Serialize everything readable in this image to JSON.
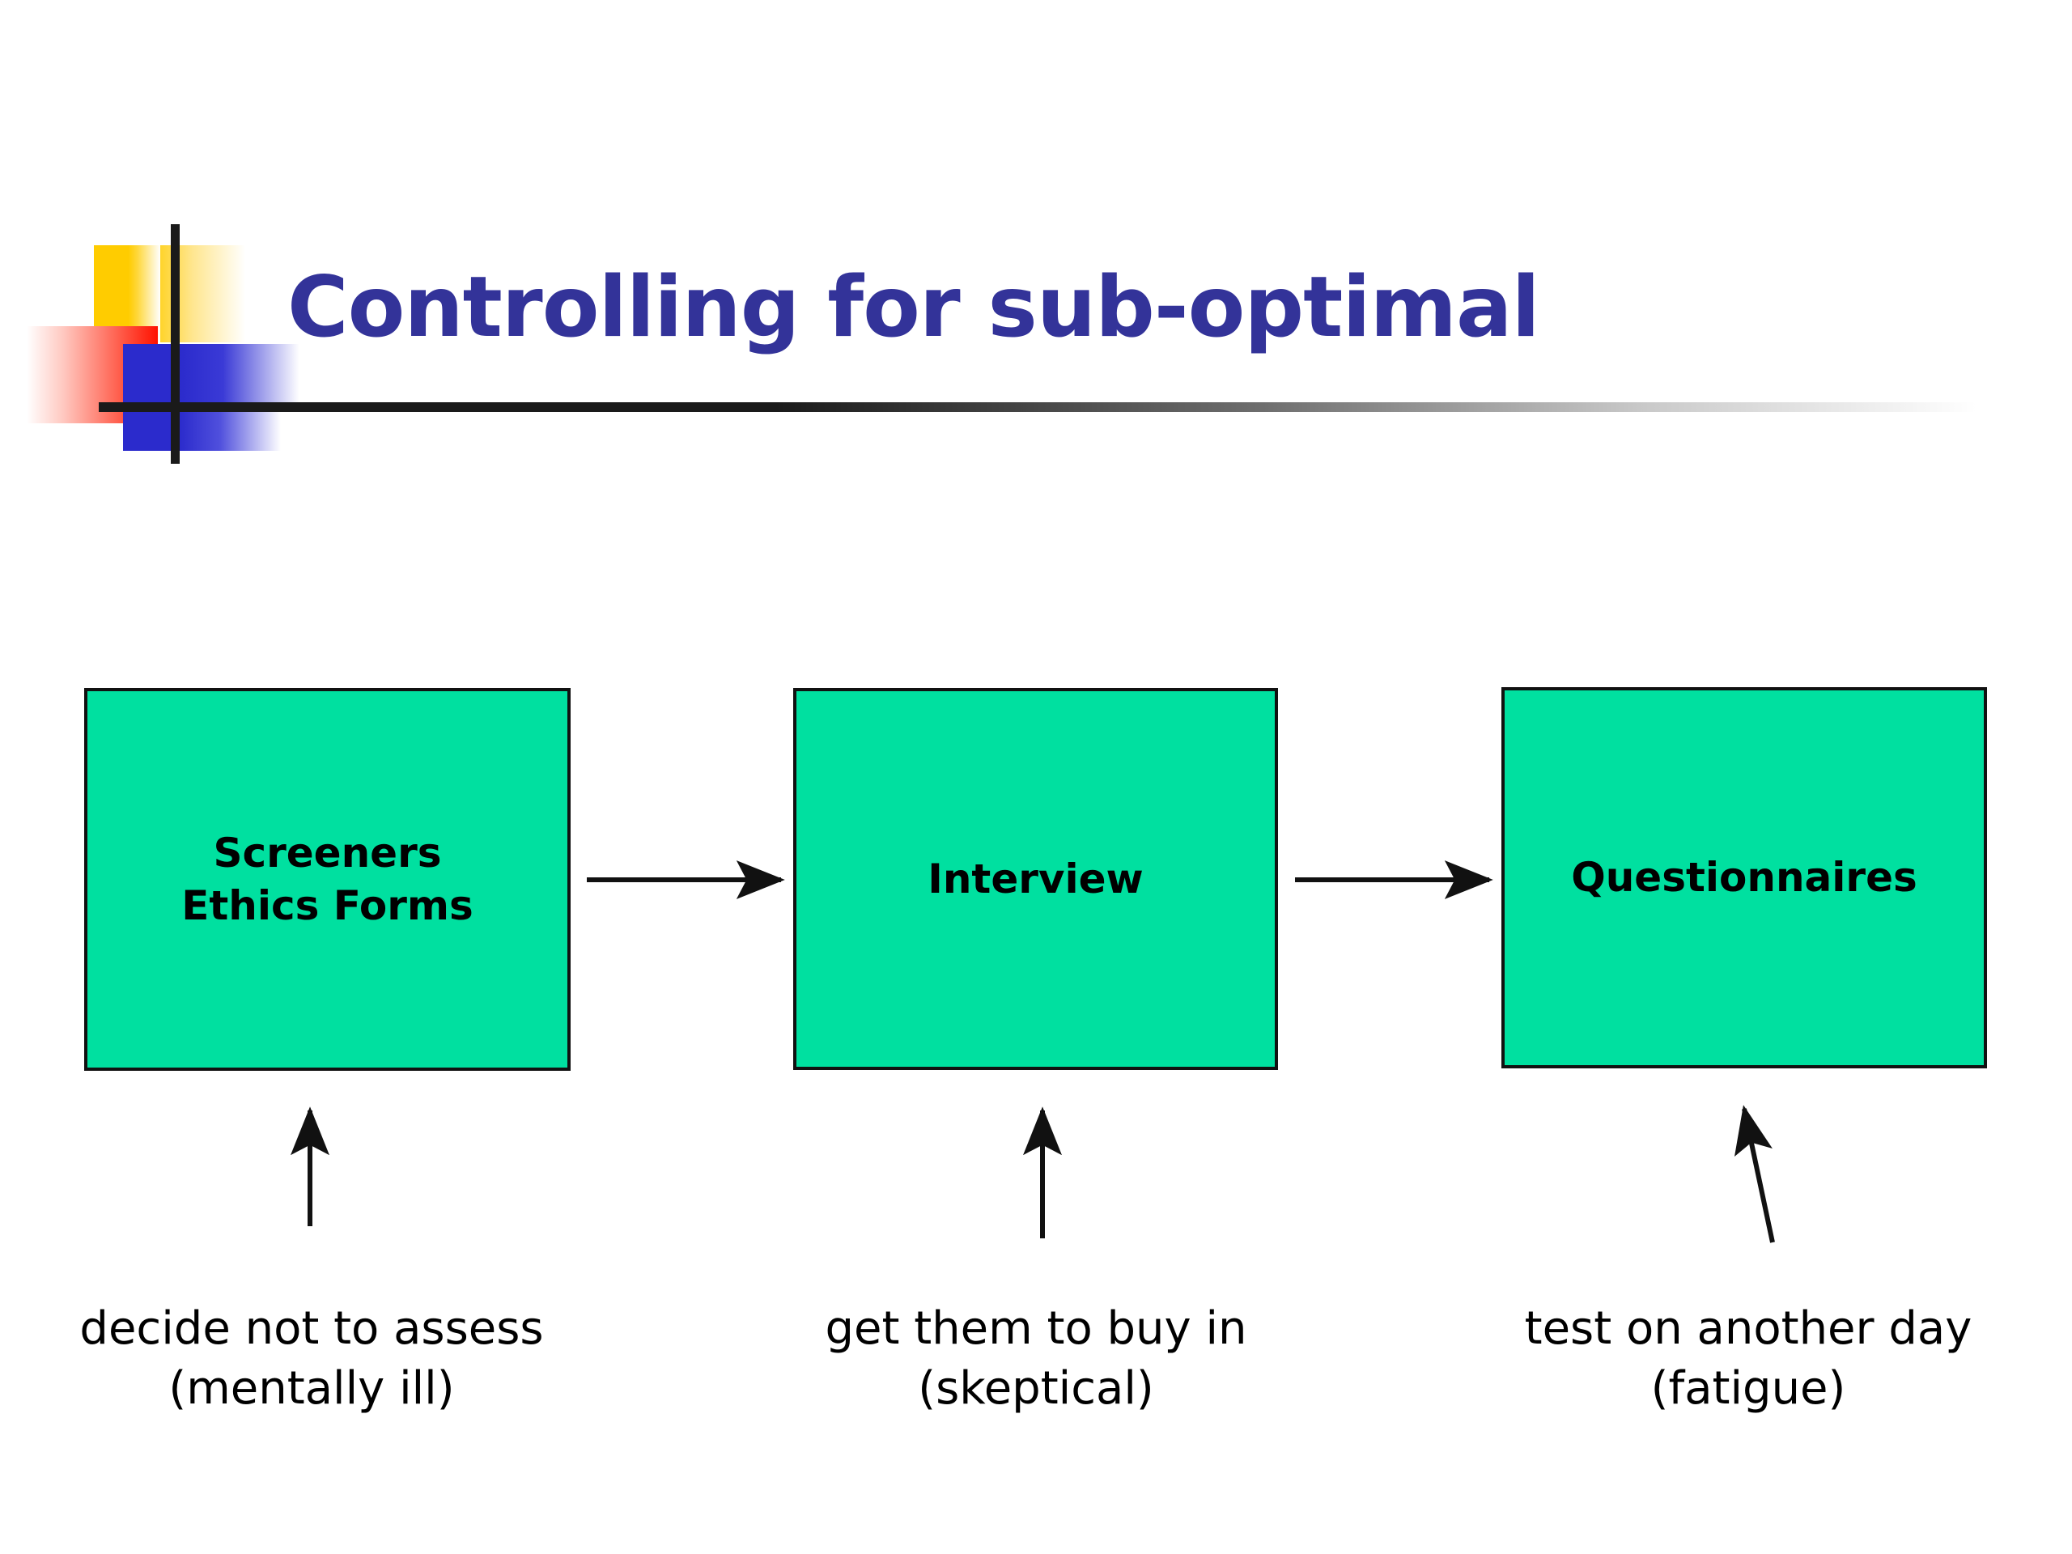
{
  "slide": {
    "title": "Controlling for sub-optimal",
    "title_color": "#333399",
    "background_color": "#ffffff"
  },
  "decoration": {
    "yellow_color": "#FFCC00",
    "red_color": "#FF1100",
    "blue_color": "#2B2BCC",
    "rule_color": "#1A1A1A"
  },
  "diagram": {
    "box_fill_color": "#00E0A0",
    "box_border_color": "#111111",
    "boxes": [
      {
        "label": "Screeners\nEthics Forms"
      },
      {
        "label": "Interview"
      },
      {
        "label": "Questionnaires"
      }
    ],
    "captions": [
      {
        "text": "decide not to assess\n(mentally ill)"
      },
      {
        "text": "get them to buy in\n(skeptical)"
      },
      {
        "text": "test on another day\n(fatigue)"
      }
    ],
    "flow_arrows": [
      {
        "from": "Screeners Ethics Forms",
        "to": "Interview"
      },
      {
        "from": "Interview",
        "to": "Questionnaires"
      }
    ],
    "caption_arrows": [
      {
        "from": "decide not to assess (mentally ill)",
        "to": "Screeners Ethics Forms"
      },
      {
        "from": "get them to buy in (skeptical)",
        "to": "Interview"
      },
      {
        "from": "test on another day (fatigue)",
        "to": "Questionnaires"
      }
    ]
  }
}
